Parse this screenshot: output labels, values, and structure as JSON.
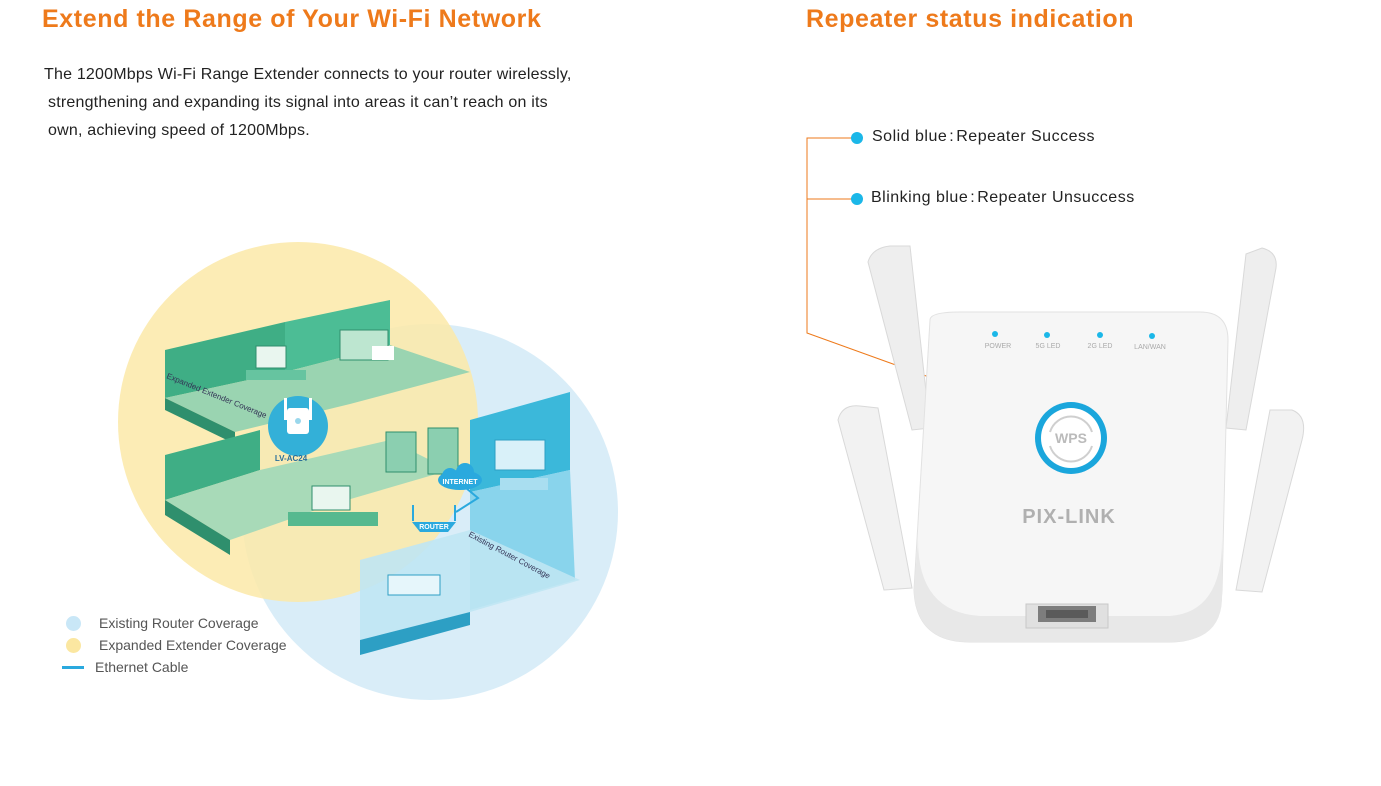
{
  "left_section": {
    "title": "Extend the Range of Your Wi-Fi Network",
    "description_lines": [
      "The 1200Mbps Wi-Fi Range Extender connects to your router wirelessly,",
      "strengthening and expanding its signal into areas it can’t reach on its",
      "own, achieving speed of 1200Mbps."
    ],
    "illustration": {
      "extender_label": "LV-AC24",
      "internet_label": "INTERNET",
      "router_label": "ROUTER",
      "extender_coverage_label": "Expanded Extender Coverage",
      "router_coverage_label": "Existing Router Coverage"
    },
    "legend": [
      {
        "label": "Existing Router Coverage",
        "color": "#c9e7f7",
        "symbol": "dot"
      },
      {
        "label": "Expanded Extender Coverage",
        "color": "#fbe7a1",
        "symbol": "dot"
      },
      {
        "label": "Ethernet Cable",
        "color": "#2aa9de",
        "symbol": "line"
      }
    ]
  },
  "right_section": {
    "title": "Repeater status indication",
    "statuses": [
      {
        "state": "Solid blue",
        "meaning": "Repeater  Success",
        "dot_color": "#1bb7e8"
      },
      {
        "state": "Blinking blue",
        "meaning": "Repeater  Unsuccess",
        "dot_color": "#1bb7e8"
      }
    ],
    "device": {
      "led_labels": [
        "POWER",
        "5G LED",
        "2G LED",
        "LAN/WAN"
      ],
      "wps_label": "WPS",
      "brand": "PIX-LINK"
    }
  },
  "colors": {
    "accent_orange": "#ee7a1b",
    "led_blue": "#1bb7e8",
    "router_coverage": "#c9e7f7",
    "extender_coverage": "#fbe7a1"
  }
}
